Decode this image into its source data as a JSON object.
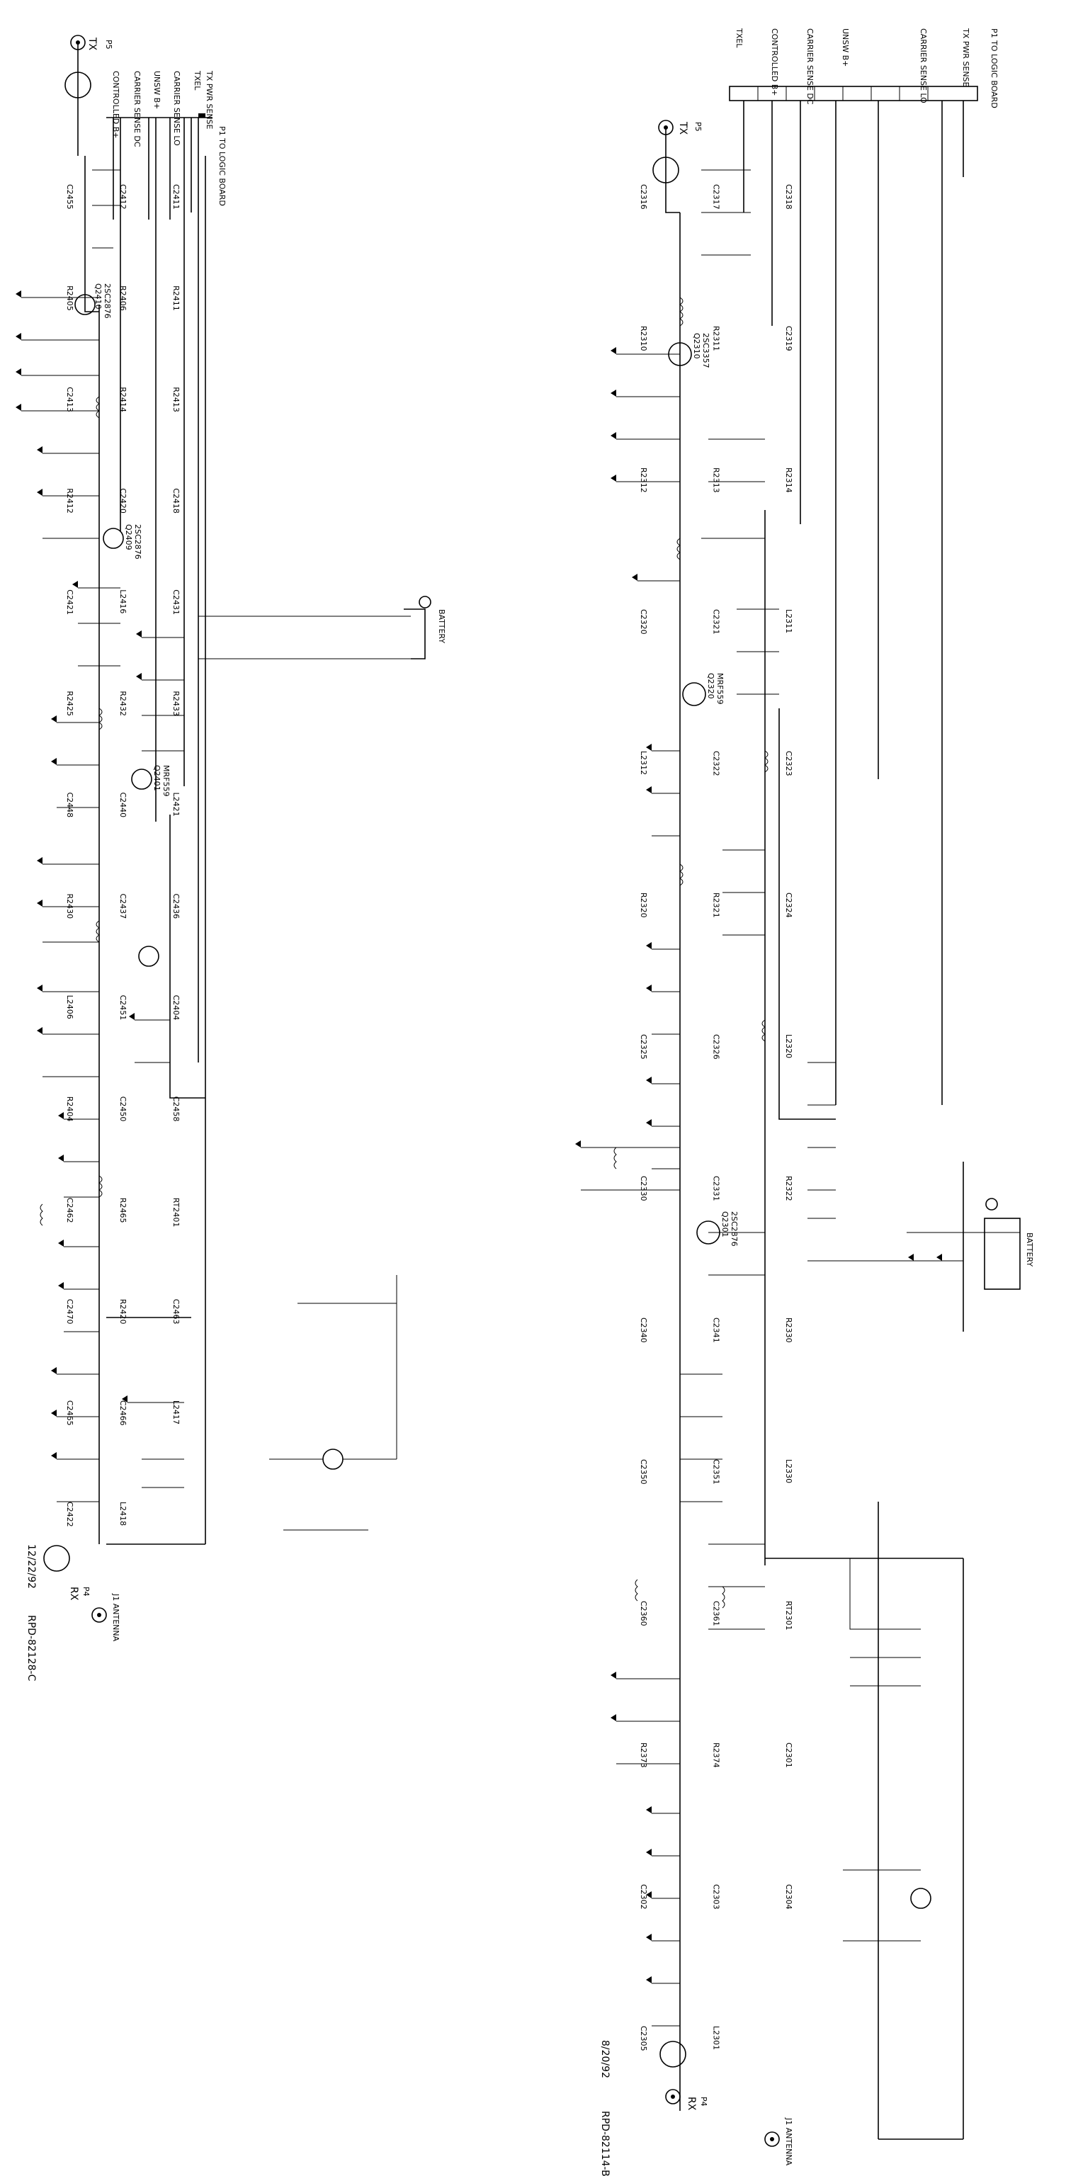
{
  "left_schematic": {
    "doc_id": "RPD-82128-C",
    "date": "12/22/92",
    "connector_header": "P1  TO LOGIC BOARD",
    "bus_labels": [
      "TXEL",
      "CONTROLLED B+",
      "CARRIER SENSE DC",
      "UNSW B+",
      "CARRIER SENSE LO",
      "TX PWR SENSE"
    ],
    "ports": {
      "tx": "TX",
      "p5": "P5",
      "rx": "RX",
      "p4": "P4",
      "antenna": "J1  ANTENNA",
      "battery": "BATTERY"
    },
    "transistors": [
      "Q2410",
      "2SC2876",
      "Q2409",
      "2SC2876",
      "Q2401",
      "MRF559"
    ],
    "components": [
      "C2455",
      "C2412",
      "C2411",
      "R2405",
      "R2406",
      "R2411",
      "C2413",
      "R2414",
      "R2413",
      "R2412",
      "C2420",
      "C2418",
      "C2421",
      "L2416",
      "C2431",
      "R2425",
      "R2432",
      "R2433",
      "C2448",
      "C2440",
      "L2421",
      "R2430",
      "C2437",
      "C2436",
      "L2406",
      "C2451",
      "C2404",
      "R2404",
      "C2450",
      "C2458",
      "C2462",
      "R2465",
      "RT2401",
      "C2470",
      "R2420",
      "C2463",
      "C2465",
      "C2466",
      "L2417",
      "C2422",
      "L2418"
    ]
  },
  "right_schematic": {
    "doc_id": "RPD-82114-B",
    "date": "8/20/92",
    "connector_header": "P1  TO LOGIC BOARD",
    "bus_labels": [
      "TXEL",
      "CONTROLLED B+",
      "CARRIER SENSE DC",
      "UNSW B+",
      "CARRIER SENSE LO",
      "TX PWR SENSE"
    ],
    "ports": {
      "tx": "TX",
      "p5": "P5",
      "rx": "RX",
      "p4": "P4",
      "antenna": "J1  ANTENNA",
      "battery": "BATTERY"
    },
    "transistors": [
      "Q2310",
      "2SC3357",
      "Q2320",
      "MRF559",
      "Q2301",
      "2SC2876"
    ],
    "components": [
      "C2316",
      "C2317",
      "C2318",
      "R2310",
      "R2311",
      "C2319",
      "R2312",
      "R2313",
      "R2314",
      "C2320",
      "C2321",
      "L2311",
      "L2312",
      "C2322",
      "C2323",
      "R2320",
      "R2321",
      "C2324",
      "C2325",
      "C2326",
      "L2320",
      "C2330",
      "C2331",
      "R2322",
      "C2340",
      "C2341",
      "R2330",
      "C2350",
      "C2351",
      "L2330",
      "C2360",
      "C2361",
      "RT2301",
      "R2373",
      "R2374",
      "C2301",
      "C2302",
      "C2303",
      "C2304",
      "C2305",
      "L2301"
    ]
  }
}
